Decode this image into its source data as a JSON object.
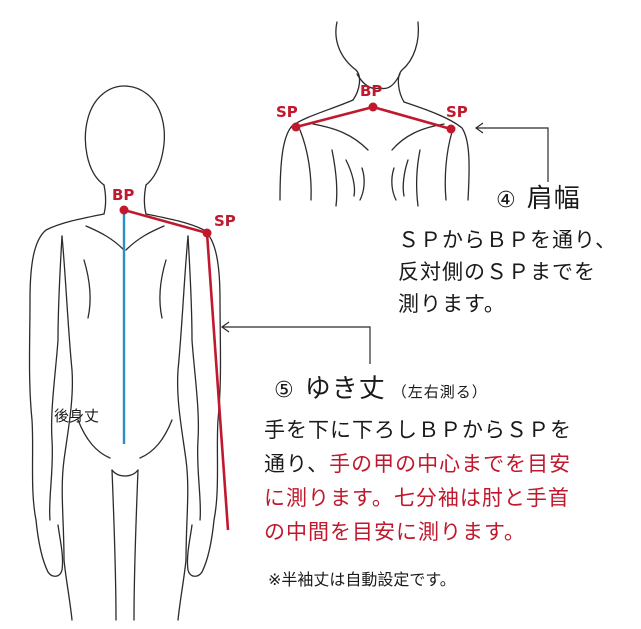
{
  "colors": {
    "accent": "#c0182d",
    "center_line": "#2a8fc8",
    "outline": "#2b2b2b",
    "text": "#1a1a1a"
  },
  "top_figure": {
    "labels": {
      "bp": "BP",
      "sp_left": "SP",
      "sp_right": "SP"
    }
  },
  "back_figure": {
    "labels": {
      "bp": "BP",
      "sp": "SP",
      "back_length": "後身丈"
    }
  },
  "shoulder_width": {
    "number": "④",
    "title": "肩幅",
    "lines": [
      "ＳＰからＢＰを通り、",
      "反対側のＳＰまでを",
      "測ります。"
    ]
  },
  "sleeve_length": {
    "number": "⑤",
    "title": "ゆき丈",
    "subtitle": "（左右測る）",
    "line1": "手を下に下ろしＢＰからＳＰを",
    "line2_black": "通り、",
    "line2_red": "手の甲の中心までを目安",
    "line3_red": "に測ります。七分袖は肘と手首",
    "line4_red": "の中間を目安に測ります。",
    "note": "※半袖丈は自動設定です。"
  }
}
